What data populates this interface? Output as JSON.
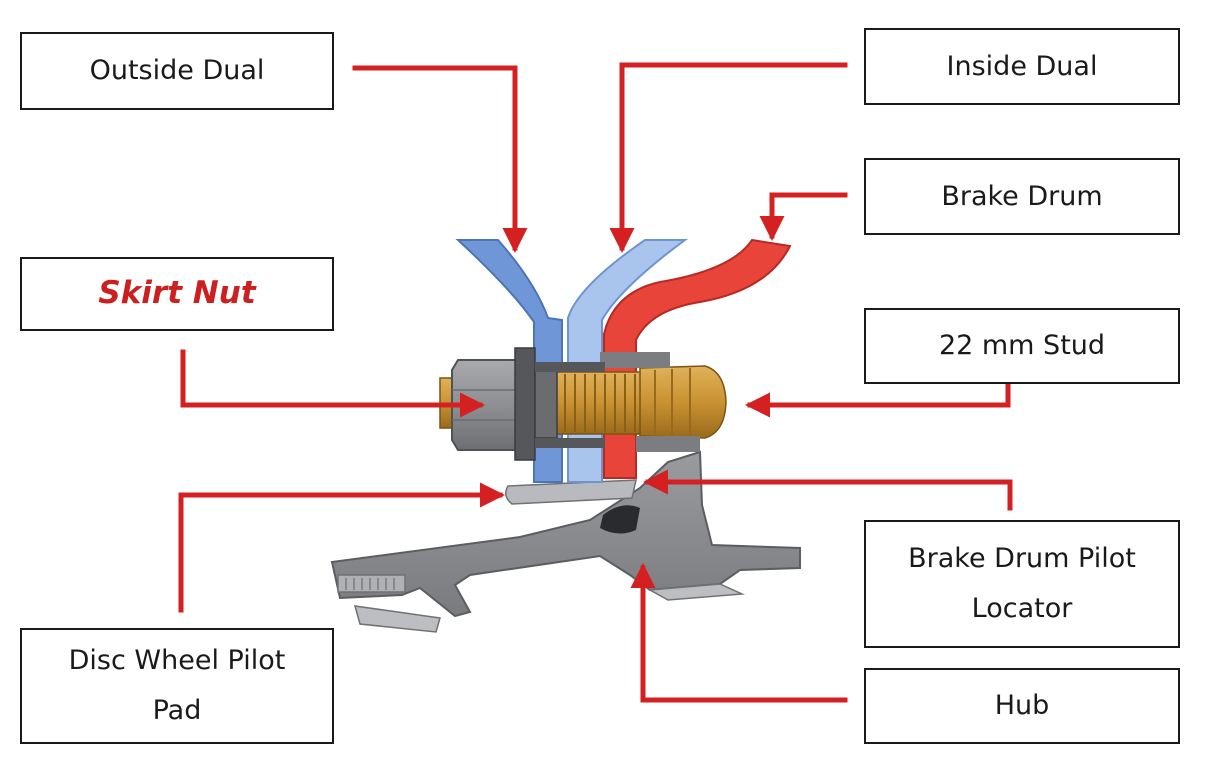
{
  "labels": {
    "outside_dual": "Outside Dual",
    "inside_dual": "Inside Dual",
    "brake_drum": "Brake Drum",
    "skirt_nut": "Skirt Nut",
    "stud": "22 mm Stud",
    "disc_wheel_pilot_pad_line1": "Disc Wheel Pilot",
    "disc_wheel_pilot_pad_line2": "Pad",
    "brake_drum_pilot_locator_line1": "Brake Drum Pilot",
    "brake_drum_pilot_locator_line2": "Locator",
    "hub": "Hub"
  },
  "colors": {
    "arrow": "#d42020",
    "outside_dual": "#6f97d8",
    "inside_dual": "#a9c5ee",
    "brake_drum": "#e8443a",
    "stud": "#c99232",
    "nut": "#8d8f93",
    "hub": "#8b8c90",
    "pad": "#b9babd"
  }
}
